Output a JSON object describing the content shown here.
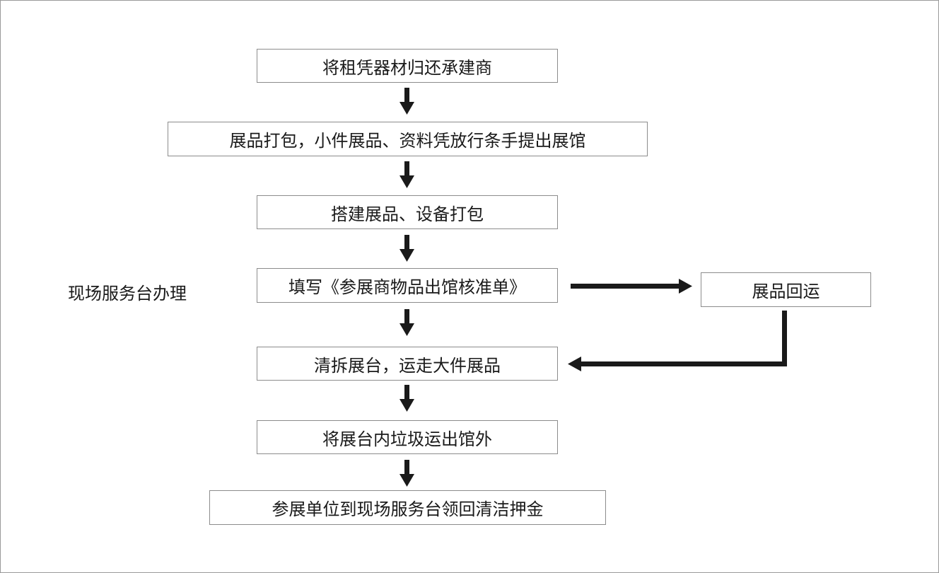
{
  "diagram": {
    "side_label": "现场服务台办理",
    "steps": [
      "将租凭器材归还承建商",
      "展品打包，小件展品、资料凭放行条手提出展馆",
      "搭建展品、设备打包",
      "填写《参展商物品出馆核准单》",
      "清拆展台，运走大件展品",
      "将展台内垃圾运出馆外",
      "参展单位到现场服务台领回清洁押金"
    ],
    "branch": "展品回运"
  },
  "colors": {
    "text": "#1a1a1a",
    "box_border": "#8c8c8c",
    "arrow": "#1a1a1a",
    "frame": "#9a9a9a"
  }
}
